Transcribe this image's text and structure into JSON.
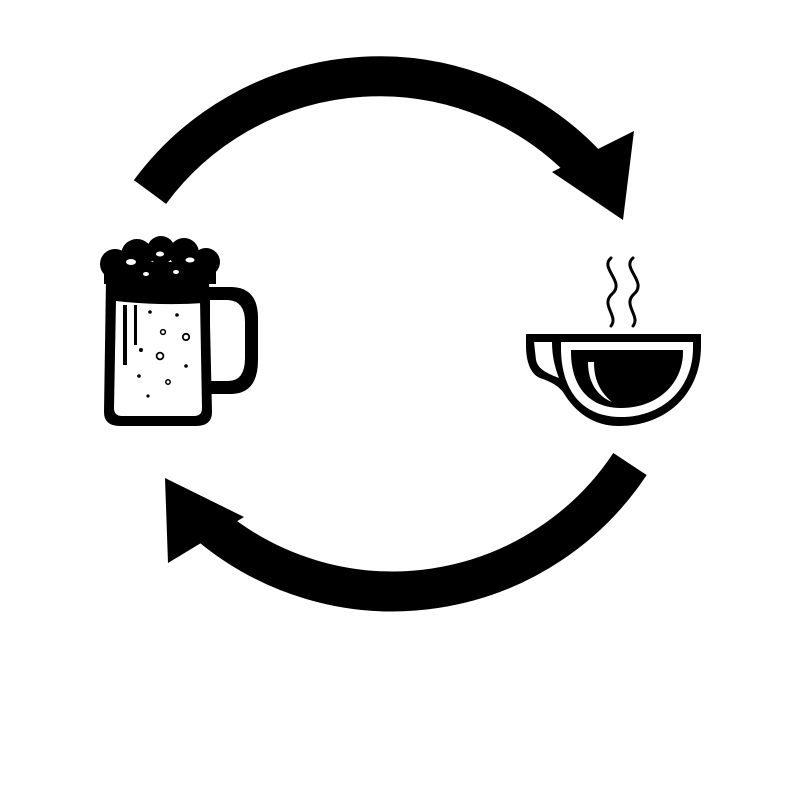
{
  "diagram": {
    "type": "cycle",
    "nodes": [
      {
        "id": "beer",
        "icon": "beer-mug-icon"
      },
      {
        "id": "coffee",
        "icon": "coffee-cup-icon"
      }
    ],
    "edges": [
      {
        "from": "beer",
        "to": "coffee",
        "direction": "clockwise",
        "icon": "arrow-top-icon"
      },
      {
        "from": "coffee",
        "to": "beer",
        "direction": "clockwise",
        "icon": "arrow-bottom-icon"
      }
    ]
  },
  "colors": {
    "ink": "#000000",
    "background": "#ffffff"
  }
}
